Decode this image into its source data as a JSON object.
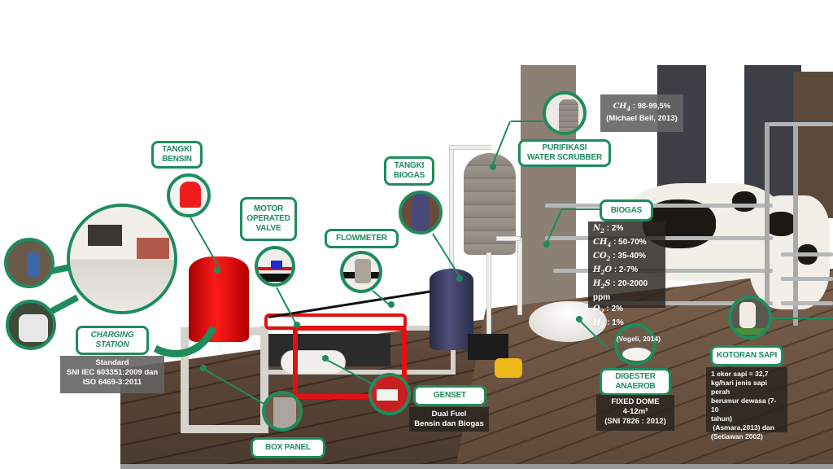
{
  "theme": {
    "accent_green": "#1e8c5c",
    "label_bg": "#ffffff",
    "info_grey": "#646464",
    "info_dark": "#28231e"
  },
  "labels": {
    "tangki_bensin": [
      "TANGKI",
      "BENSIN"
    ],
    "motor_valve": [
      "MOTOR",
      "OPERATED",
      "VALVE"
    ],
    "flowmeter": [
      "FLOWMETER"
    ],
    "tangki_biogas": [
      "TANGKI",
      "BIOGAS"
    ],
    "purifikasi": [
      "PURIFIKASI",
      "WATER SCRUBBER"
    ],
    "biogas": [
      "BIOGAS"
    ],
    "charging_station": [
      "CHARGING",
      "STATION"
    ],
    "genset": [
      "GENSET"
    ],
    "box_panel": [
      "BOX PANEL"
    ],
    "digester": [
      "DIGESTER",
      "ANAEROB"
    ],
    "kotoran_sapi": [
      "KOTORAN SAPI"
    ]
  },
  "info": {
    "purifikasi_result": {
      "formula": "CH4",
      "value": ": 98-99,5%",
      "source": "(Michael Beil, 2013)"
    },
    "biogas_composition": {
      "items": [
        {
          "formula": "N2",
          "value": ": 2%"
        },
        {
          "formula": "CH4",
          "value": ": 50-70%"
        },
        {
          "formula": "CO2",
          "value": ": 35-40%"
        },
        {
          "formula": "H2O",
          "value": ": 2-7%"
        },
        {
          "formula": "H2S",
          "value": ": 20-2000 ppm"
        },
        {
          "formula": "O2",
          "value": ": 2%"
        },
        {
          "formula": "H2",
          "value": ": 1%"
        }
      ],
      "source": "(Vogeli, 2014)"
    },
    "charging_standard": [
      "Standard",
      "SNI IEC 603351:2009 dan",
      "ISO 6469-3:2011"
    ],
    "genset_desc": [
      "Dual Fuel",
      "Bensin dan Biogas"
    ],
    "digester_desc": [
      "FIXED DOME",
      "4-12m³",
      "(SNI 7826 : 2012)"
    ],
    "kotoran_desc": [
      "1 ekor sapi = 32,7",
      "kg/hari jenis sapi perah",
      "berumur dewasa (7-10",
      "tahun)",
      " (Asmara,2013) dan",
      "(Setiawan 2002)"
    ]
  }
}
